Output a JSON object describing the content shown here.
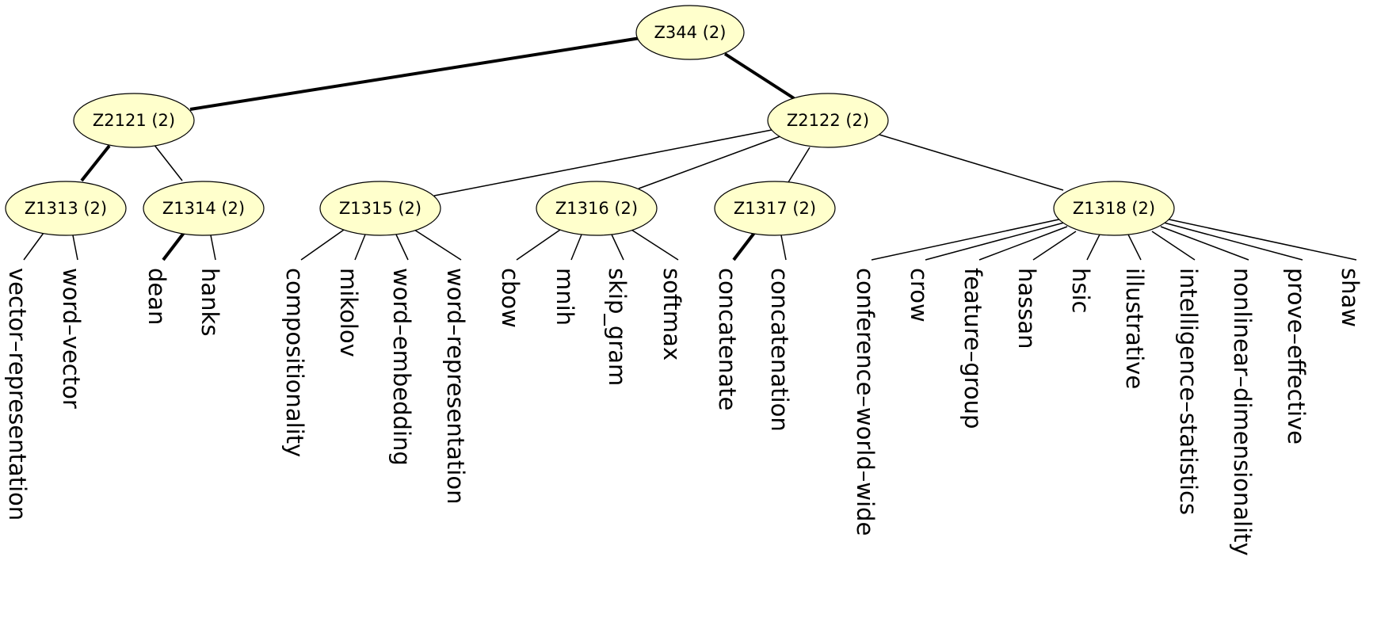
{
  "colors": {
    "node_fill": "#ffffcc",
    "node_stroke": "#000000",
    "edge": "#000000",
    "text": "#000000"
  },
  "nodes": {
    "z344": "Z344 (2)",
    "z2121": "Z2121 (2)",
    "z2122": "Z2122 (2)",
    "z1313": "Z1313 (2)",
    "z1314": "Z1314 (2)",
    "z1315": "Z1315 (2)",
    "z1316": "Z1316 (2)",
    "z1317": "Z1317 (2)",
    "z1318": "Z1318 (2)"
  },
  "leaves": {
    "vector_representation": "vector–representation",
    "word_vector": "word–vector",
    "dean": "dean",
    "hanks": "hanks",
    "compositionality": "compositionality",
    "mikolov": "mikolov",
    "word_embedding": "word–embedding",
    "word_representation": "word–representation",
    "cbow": "cbow",
    "mnih": "mnih",
    "skip_gram": "skip_gram",
    "softmax": "softmax",
    "concatenate": "concatenate",
    "concatenation": "concatenation",
    "conference_world_wide": "conference–world–wide",
    "crow": "crow",
    "feature_group": "feature–group",
    "hassan": "hassan",
    "hsic": "hsic",
    "illustrative": "illustrative",
    "intelligence_statistics": "intelligence–statistics",
    "nonlinear_dimensionality": "nonlinear–dimensionality",
    "prove_effective": "prove–effective",
    "shaw": "shaw"
  }
}
